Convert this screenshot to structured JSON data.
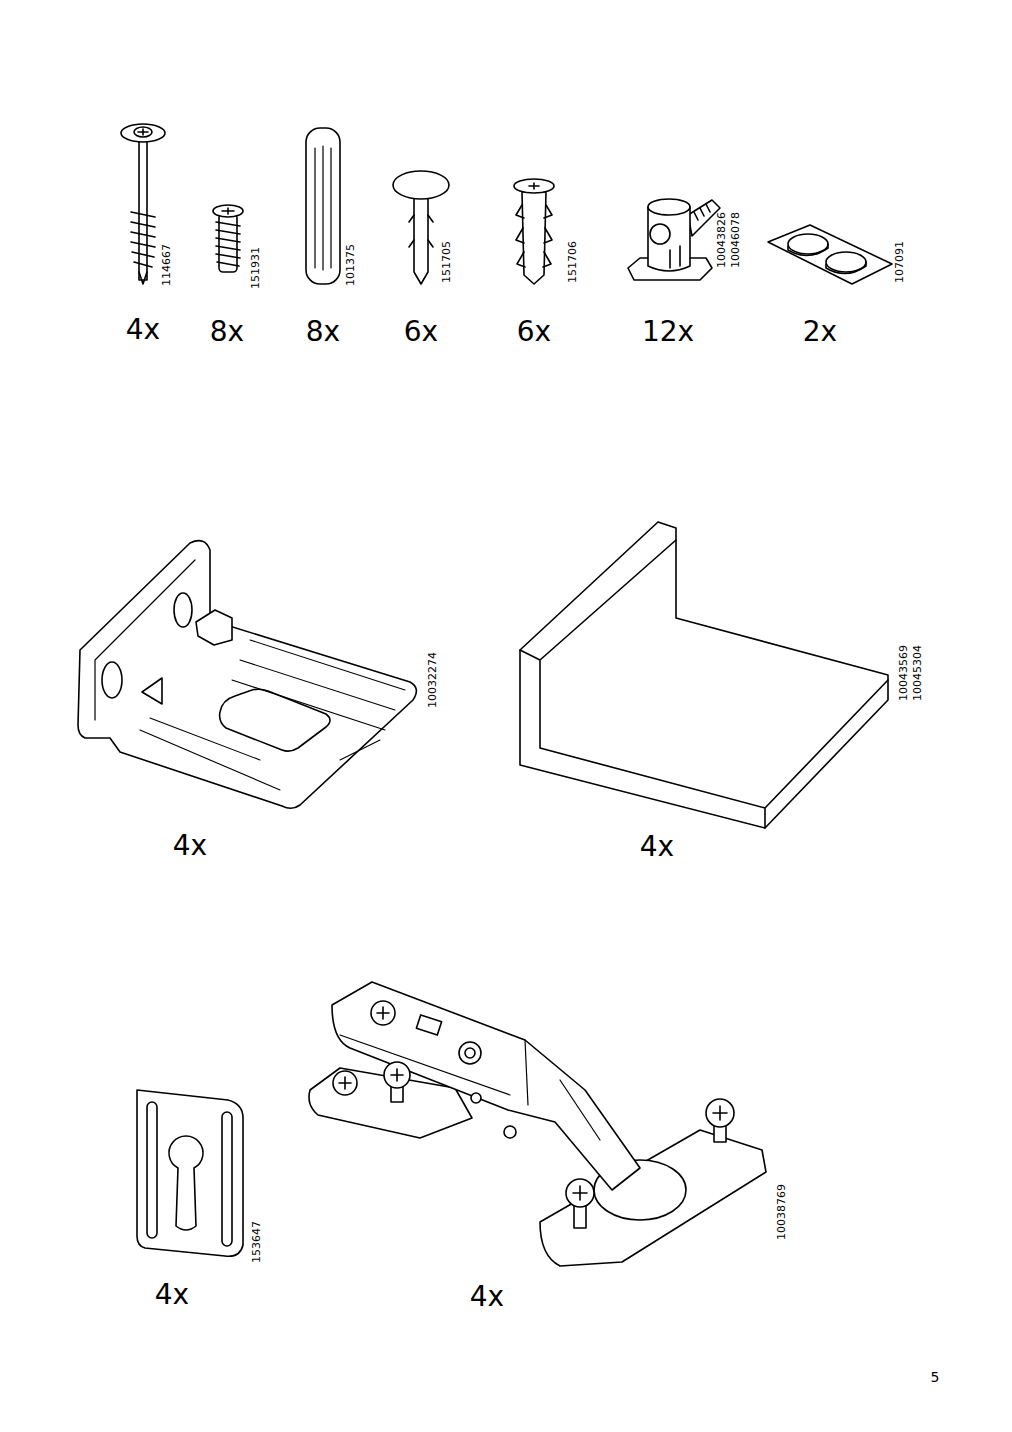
{
  "diagram": {
    "labels": [
      "114667",
      "4x",
      "151931",
      "8x",
      "101375",
      "8x",
      "151705",
      "6x",
      "151706",
      "6x",
      "10043826",
      "10046078",
      "12x",
      "107091",
      "2x",
      "10032274",
      "4x",
      "10043569",
      "10045304",
      "4x",
      "153647",
      "4x",
      "10038769",
      "4x",
      "5"
    ]
  }
}
